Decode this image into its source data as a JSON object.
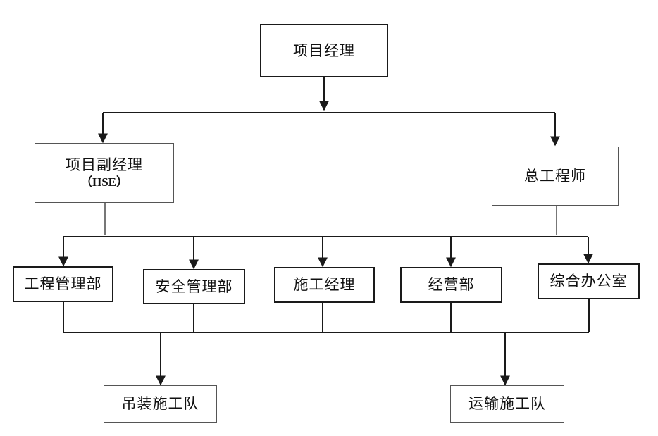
{
  "nodes": {
    "project_manager": "项目经理",
    "deputy_manager": "项目副经理",
    "deputy_manager_sub": "（HSE）",
    "chief_engineer": "总工程师",
    "engineering_dept": "工程管理部",
    "safety_dept": "安全管理部",
    "construction_manager": "施工经理",
    "business_dept": "经营部",
    "general_office": "综合办公室",
    "lifting_team": "吊装施工队",
    "transport_team": "运输施工队"
  },
  "colors": {
    "line": "#1a1a1a",
    "box_border": "#1a1a1a",
    "background": "#ffffff"
  }
}
